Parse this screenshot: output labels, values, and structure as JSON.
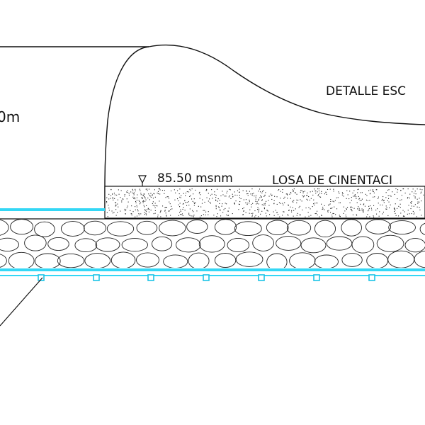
{
  "labels": {
    "detail_title": "DETALLE ESC",
    "level_note": "85.50 msnm",
    "slab_name": "LOSA DE CINENTACI",
    "partial_dimension": "0m"
  },
  "colors": {
    "background": "#ffffff",
    "linework": "#111111",
    "cyan_line": "#35d7f5",
    "cyan_node": "#1cc3e6"
  },
  "icons": {
    "level_marker": "level-triangle-icon"
  }
}
